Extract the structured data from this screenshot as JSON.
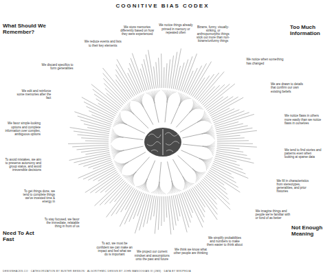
{
  "diagram": {
    "title": "COGNITIVE BIAS CODEX",
    "caption": "DESIGNHACKS.CO · CATEGORIZATION BY BUSTER BENSON · ALGORITHMIC DESIGN BY JOHN MANOOGIAN III (JM3) · DATA BY WIKIPEDIA",
    "labels": [
      "What Should We Remember?",
      "Too Much Information",
      "Not Enough Meaning",
      "Need To Act Fast",
      "We edit and reinforce some memories after the fact",
      "We discard specifics to form generalities",
      "We reduce events and lists to their key elements",
      "We store memories differently based on how they were experienced",
      "We notice things already primed in memory or repeated often",
      "Bizarre, funny, visually-striking, or anthropomorphic things stick out more than non-bizarre/unfunny things",
      "We notice when something has changed",
      "We are drawn to details that confirm our own existing beliefs",
      "We notice flaws in others more easily than we notice flaws in ourselves",
      "We tend to find stories and patterns even when looking at sparse data",
      "We fill in characteristics from stereotypes, generalities, and prior histories",
      "We imagine things and people we're familiar with or fond of as better",
      "We simplify probabilities and numbers to make them easier to think about",
      "We think we know what other people are thinking",
      "We project our current mindset and assumptions onto the past and future",
      "To act, we must be confident we can make an impact and feel what we do is important",
      "To stay focused, we favor the immediate, relatable thing in front of us",
      "To get things done, we tend to complete things we've invested time & energy in",
      "To avoid mistakes, we aim to preserve autonomy and group status, and avoid irreversible decisions",
      "We favor simple-looking options and complete information over complex, ambiguous options"
    ]
  }
}
